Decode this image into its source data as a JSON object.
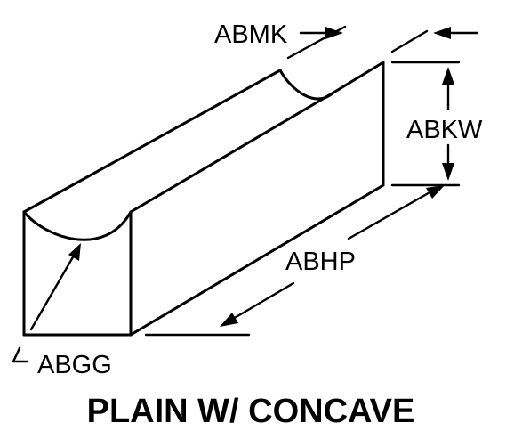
{
  "diagram": {
    "dimension_labels": {
      "abmk": "ABMK",
      "abkw": "ABKW",
      "abhp": "ABHP",
      "abgg": "ABGG"
    },
    "caption": "PLAIN W/ CONCAVE",
    "colors": {
      "ink": "#000000",
      "background": "#ffffff"
    }
  }
}
